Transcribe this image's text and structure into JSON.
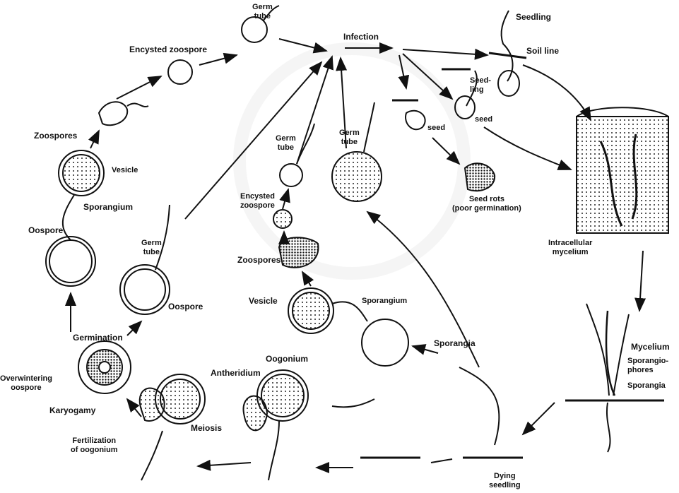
{
  "labels": {
    "encysted_zoospore_top": "Encysted zoospore",
    "germ_tube_top": "Germ\ntube",
    "infection": "Infection",
    "seedling_top": "Seedling",
    "soil_line": "Soil line",
    "seedling_mid": "Seed-\nling",
    "seed_a": "seed",
    "seed_b": "seed",
    "seed_rots": "Seed rots\n(poor germination)",
    "zoospores_left": "Zoospores",
    "vesicle_left": "Vesicle",
    "sporangium_left": "Sporangium",
    "oospore_left": "Oospore",
    "germ_tube_left": "Germ\ntube",
    "oospore_germ": "Oospore",
    "germ_tube_mid": "Germ\ntube",
    "encysted_zoospore_mid": "Encysted\nzoospore",
    "germ_tube_right": "Germ\ntube",
    "zoospores_mid": "Zoospores",
    "vesicle_mid": "Vesicle",
    "sporangium_mid": "Sporangium",
    "intracellular_mycelium": "Intracellular\nmycelium",
    "mycelium": "Mycelium",
    "sporangiophores": "Sporangio-\nphores",
    "sporangia_right": "Sporangia",
    "sporangia_dying": "Sporangia",
    "germination": "Germination",
    "overwintering_oospore": "Overwintering\noospore",
    "karyogamy": "Karyogamy",
    "oogonium": "Oogonium",
    "antheridium": "Antheridium",
    "meiosis": "Meiosis",
    "fertilization": "Fertilization\nof oogonium",
    "dying_seedling": "Dying\nseedling"
  }
}
